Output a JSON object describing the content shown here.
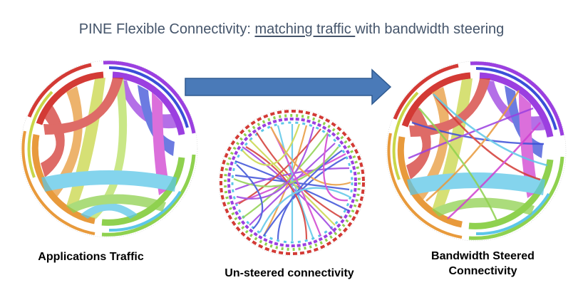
{
  "title": {
    "prefix": "PINE Flexible Connectivity: ",
    "underlined": "matching traffic ",
    "suffix": "with bandwidth steering"
  },
  "captions": {
    "applications": "Applications Traffic",
    "unsteered": "Un-steered connectivity",
    "steered_line1": "Bandwidth Steered",
    "steered_line2": "Connectivity"
  },
  "colors": {
    "title": "#44546a",
    "arrow_fill": "#4a7ab8",
    "arrow_stroke": "#2f5a90",
    "red": "#d33a35",
    "orange": "#e89a3c",
    "yellow": "#c9d648",
    "green": "#8fd14f",
    "cyan": "#5cc6e8",
    "blue": "#3b4fd8",
    "purple": "#9b3fe0",
    "magenta": "#d040d0"
  },
  "icons": {
    "arrow": "right-arrow"
  }
}
